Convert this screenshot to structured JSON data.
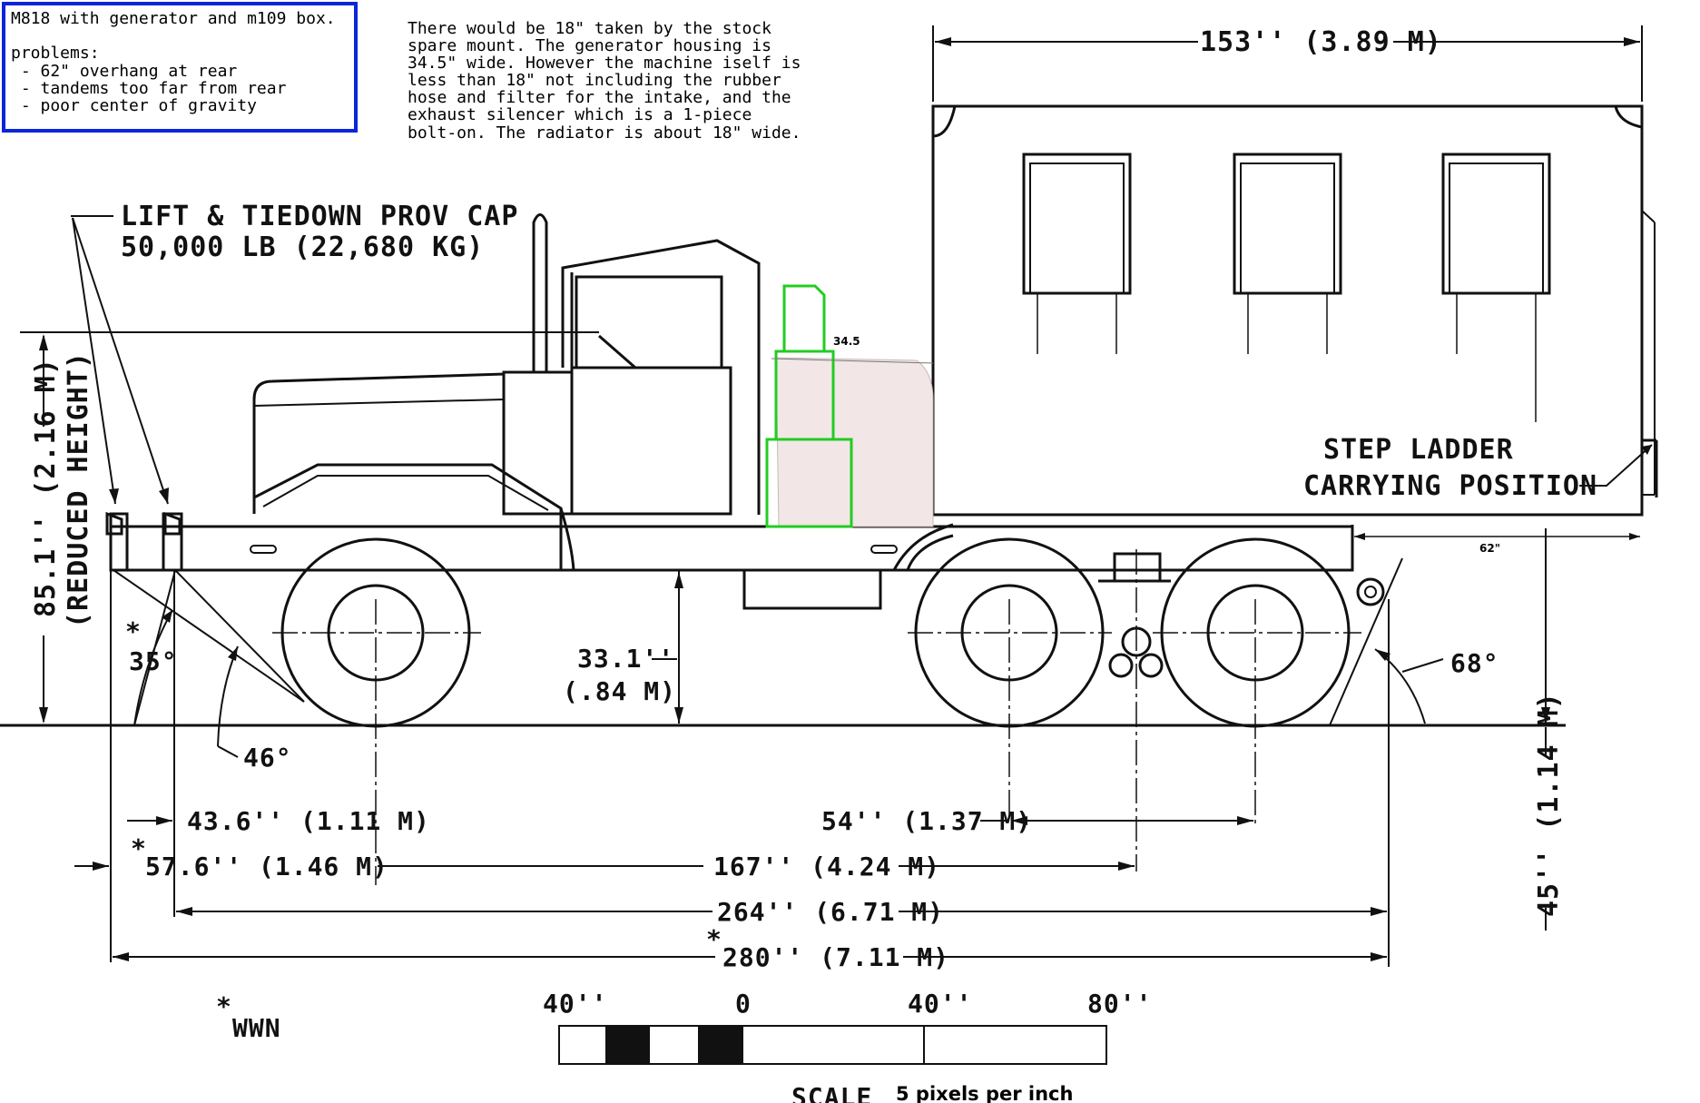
{
  "note_box": {
    "title": "M818 with generator and m109 box.",
    "problems_label": "problems:",
    "problems": [
      " - 62\" overhang at rear",
      " - tandems too far from rear",
      " - poor center of gravity"
    ],
    "border_color": "#0a26d8"
  },
  "annotation": {
    "lines": [
      "There would be 18\" taken by the stock",
      "spare mount. The generator housing is",
      "34.5\" wide. However the machine iself is",
      "less than 18\" not including the rubber",
      "hose and filter for the intake, and the",
      "exhaust silencer which is a 1-piece",
      "bolt-on. The radiator is about 18\" wide."
    ]
  },
  "labels": {
    "lift_line1": "LIFT & TIEDOWN PROV CAP",
    "lift_line2": "50,000 LB (22,680 KG)",
    "box_length": "153'' (3.89 M)",
    "step_ladder_1": "STEP LADDER",
    "step_ladder_2": "CARRYING POSITION",
    "height_1": "85.1'' (2.16 M)",
    "height_2": "(REDUCED HEIGHT)",
    "height_rear": "45'' (1.14 M)",
    "generator_width": "34.5",
    "overhang": "62\"",
    "ground_clear_1": "33.1''",
    "ground_clear_2": "(.84 M)",
    "angle_front": "35°",
    "angle_front_star": "*",
    "angle_front2": "46°",
    "angle_rear": "68°",
    "dim_43": "43.6'' (1.11 M)",
    "dim_57_star": "*",
    "dim_57": "57.6'' (1.46 M)",
    "dim_54": "54'' (1.37 M)",
    "dim_167": "167'' (4.24 M)",
    "dim_264": "264'' (6.71 M)",
    "dim_280_star": "*",
    "dim_280": "280'' (7.11 M)",
    "wwn_star": "*",
    "wwn": "WWN"
  },
  "scale": {
    "ticks": [
      "40''",
      "0",
      "40''",
      "80''"
    ],
    "label": "SCALE",
    "note": "5 pixels per inch"
  },
  "colors": {
    "generator_outline": "#22cc22",
    "generator_fill": "#f2e6e6",
    "line": "#111111"
  }
}
